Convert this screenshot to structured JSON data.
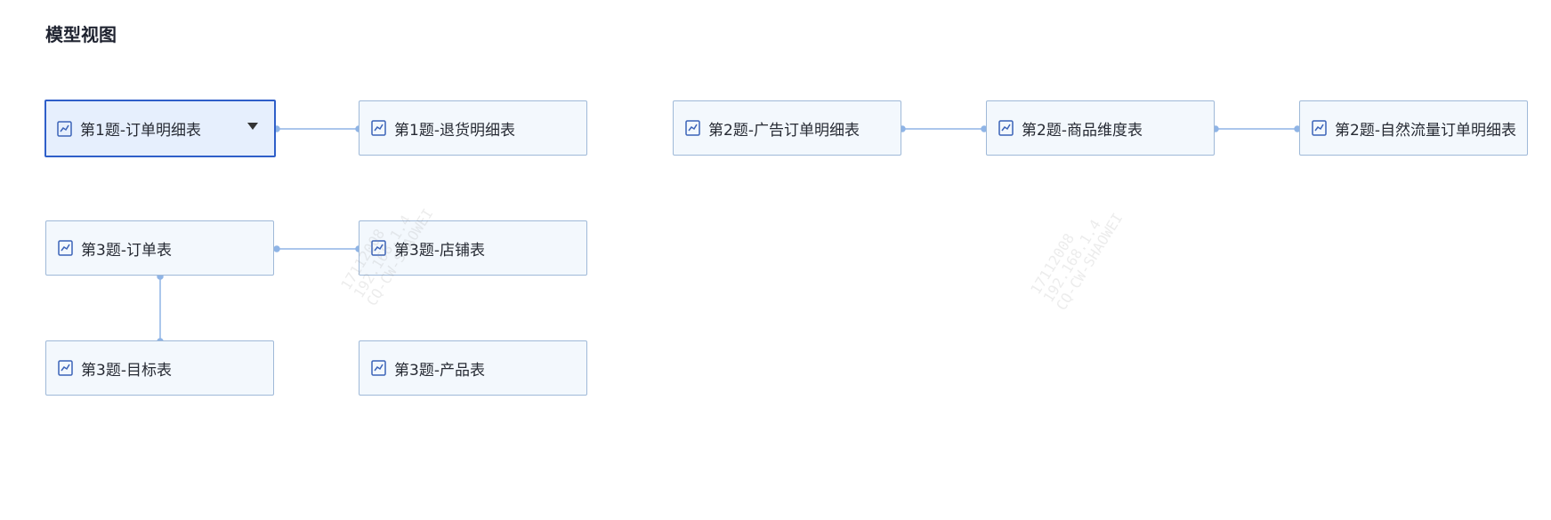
{
  "page": {
    "title": "模型视图"
  },
  "nodes": [
    {
      "id": "q1-order-detail",
      "label": "第1题-订单明细表",
      "selected": true,
      "icon": "chart-line-icon"
    },
    {
      "id": "q1-return-detail",
      "label": "第1题-退货明细表",
      "selected": false,
      "icon": "chart-line-icon"
    },
    {
      "id": "q2-ad-order-detail",
      "label": "第2题-广告订单明细表",
      "selected": false,
      "icon": "chart-line-icon"
    },
    {
      "id": "q2-product-dim",
      "label": "第2题-商品维度表",
      "selected": false,
      "icon": "chart-line-icon"
    },
    {
      "id": "q2-organic-order-detail",
      "label": "第2题-自然流量订单明细表",
      "selected": false,
      "icon": "chart-line-icon"
    },
    {
      "id": "q3-order",
      "label": "第3题-订单表",
      "selected": false,
      "icon": "chart-line-icon"
    },
    {
      "id": "q3-store",
      "label": "第3题-店铺表",
      "selected": false,
      "icon": "chart-line-icon"
    },
    {
      "id": "q3-target",
      "label": "第3题-目标表",
      "selected": false,
      "icon": "chart-line-icon"
    },
    {
      "id": "q3-product",
      "label": "第3题-产品表",
      "selected": false,
      "icon": "chart-line-icon"
    }
  ],
  "watermarks": [
    {
      "lines": [
        "17112008",
        "192.168.1.4",
        "CQ-CW-SHAOWEI"
      ]
    },
    {
      "lines": [
        "17112008",
        "192.168.1.4",
        "CQ-CW-SHAOWEI"
      ]
    }
  ],
  "colors": {
    "node_bg": "#f3f8fd",
    "node_border": "#9fb9d8",
    "selected_bg": "#e6effd",
    "selected_border": "#2f5fc9",
    "connector": "#8fb4e6",
    "icon": "#3b63b8"
  }
}
